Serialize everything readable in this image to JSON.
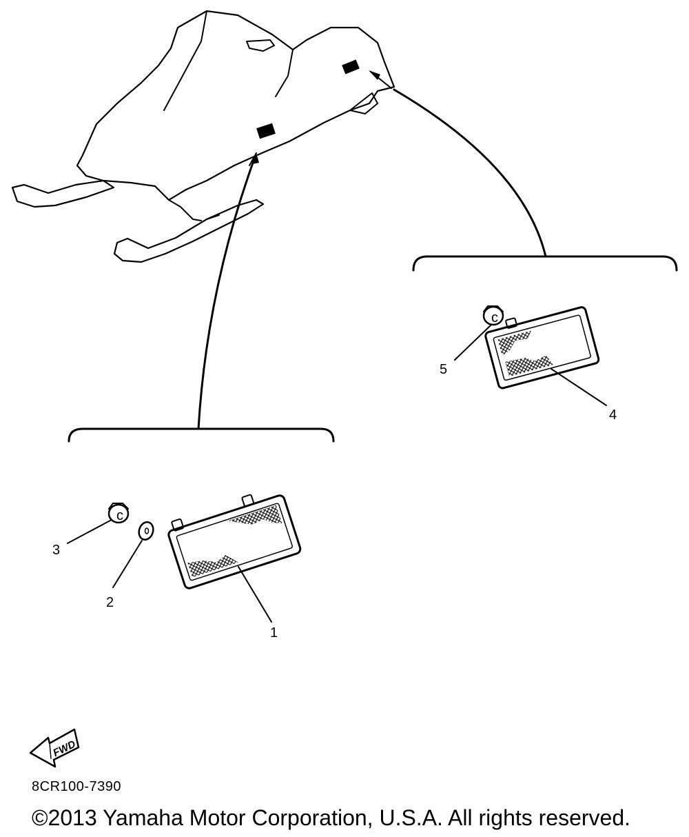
{
  "diagram": {
    "callouts": [
      {
        "id": "1",
        "label": "1"
      },
      {
        "id": "2",
        "label": "2"
      },
      {
        "id": "3",
        "label": "3"
      },
      {
        "id": "4",
        "label": "4"
      },
      {
        "id": "5",
        "label": "5"
      }
    ],
    "direction_badge": "FWD"
  },
  "footer": {
    "drawing_code": "8CR100-7390",
    "copyright": "©2013 Yamaha Motor Corporation, U.S.A. All rights reserved."
  }
}
